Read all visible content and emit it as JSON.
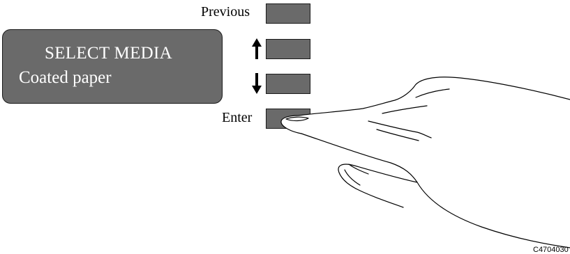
{
  "display": {
    "line1": "SELECT MEDIA",
    "line2": "Coated paper"
  },
  "keys": {
    "previous": {
      "label": "Previous"
    },
    "up": {
      "icon": "arrow-up-icon"
    },
    "down": {
      "icon": "arrow-down-icon"
    },
    "enter": {
      "label": "Enter"
    }
  },
  "figure_code": "C4704030",
  "colors": {
    "panel_fill": "#6a6a6a",
    "outline": "#1a1a1a",
    "display_text": "#ffffff"
  }
}
